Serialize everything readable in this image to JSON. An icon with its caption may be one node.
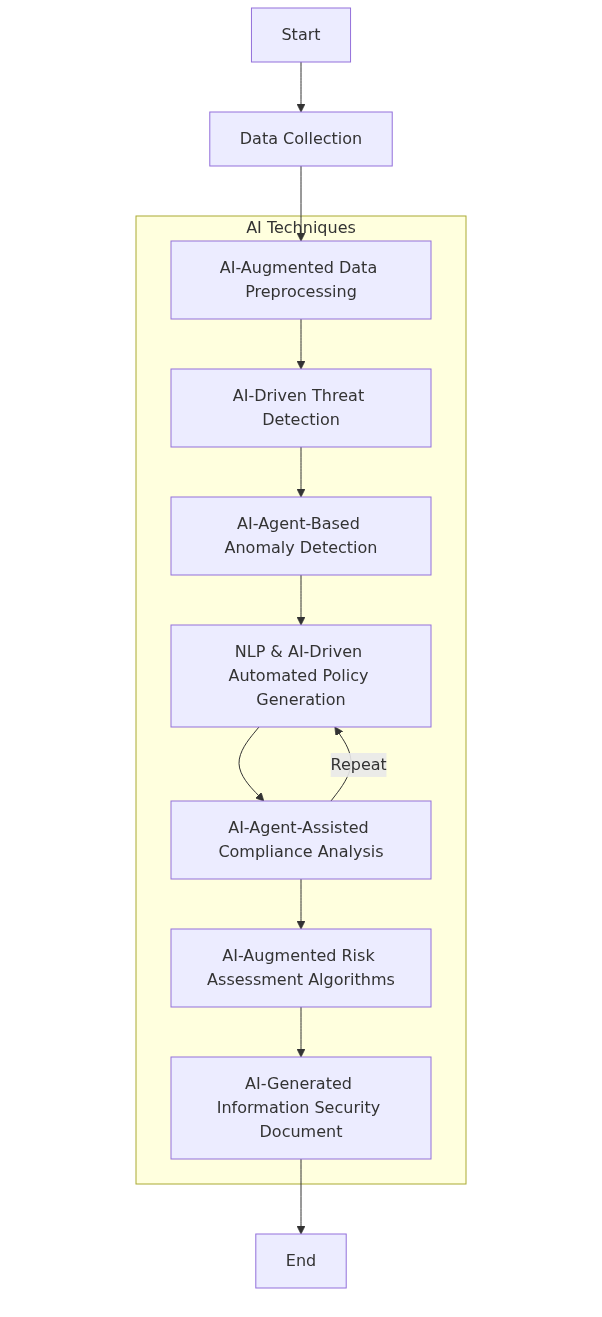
{
  "diagram": {
    "nodes": [
      {
        "text": [
          "Start"
        ]
      },
      {
        "text": [
          "Data Collection"
        ]
      },
      {
        "text": [
          "AI Techniques"
        ]
      },
      {
        "text": [
          "AI-Augmented Data Preprocessing"
        ],
        "in": 2
      },
      {
        "text": [
          "AI-Driven Threat Detection"
        ],
        "in": 2
      },
      {
        "text": [
          "AI-Agent-Based Anomaly Detection"
        ],
        "in": 2
      },
      {
        "text": [
          "NLP & AI-Driven Automated Policy Generation"
        ],
        "in": 2
      },
      {
        "text": [
          "AI-Agent-Assisted Compliance Analysis"
        ],
        "in": 2
      },
      {
        "text": [
          "AI-Augmented Risk Assessment Algorithms"
        ],
        "in": 2
      },
      {
        "text": [
          "AI-Generated Information Security Document"
        ],
        "in": 2
      },
      {
        "text": [
          "End"
        ]
      }
    ],
    "edges": [
      {
        "from": 0,
        "to": 1,
        "arrow": "to"
      },
      {
        "from": 1,
        "to": 3,
        "arrow": "to"
      },
      {
        "from": 3,
        "to": 4,
        "arrow": "to"
      },
      {
        "from": 4,
        "to": 5,
        "arrow": "to"
      },
      {
        "from": 5,
        "to": 6,
        "arrow": "to"
      },
      {
        "from": 6,
        "to": 7,
        "arrow": "to"
      },
      {
        "from": 7,
        "to": 6,
        "arrow": "to",
        "label": "Repeat"
      },
      {
        "from": 7,
        "to": 8,
        "arrow": "to"
      },
      {
        "from": 8,
        "to": 9,
        "arrow": "to"
      },
      {
        "from": 9,
        "to": 10,
        "arrow": "to"
      }
    ]
  }
}
